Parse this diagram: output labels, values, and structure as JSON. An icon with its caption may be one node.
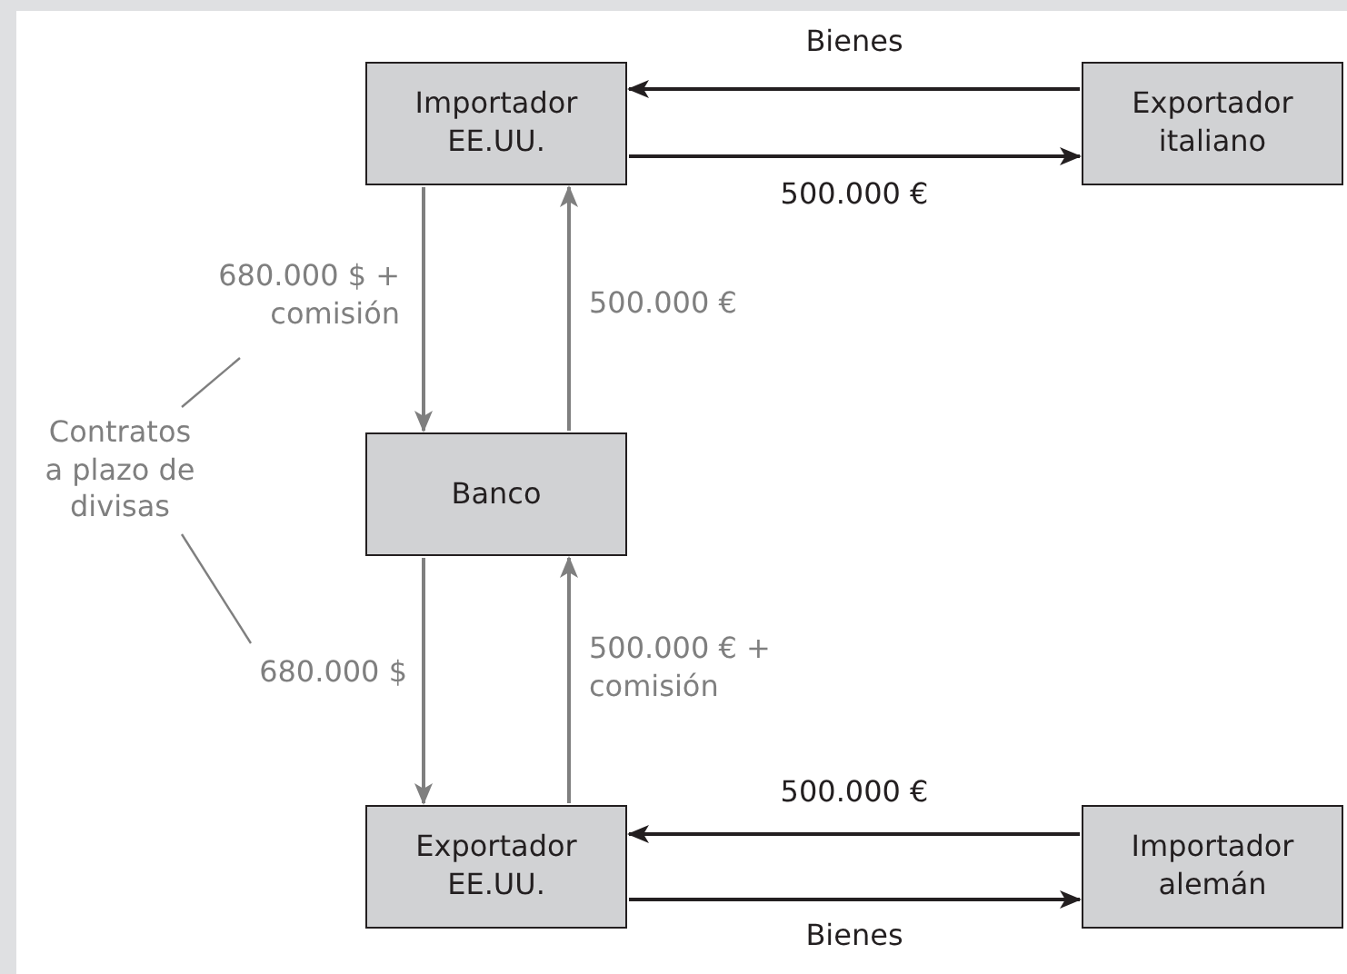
{
  "diagram": {
    "nodes": [
      {
        "text": [
          "Importador EE.UU."
        ]
      },
      {
        "text": [
          "Exportador italiano"
        ]
      },
      {
        "text": [
          "Banco"
        ]
      },
      {
        "text": [
          "Exportador EE.UU."
        ]
      },
      {
        "text": [
          "Importador alemán"
        ]
      },
      {
        "text": [
          "Contratos a plazo de divisas"
        ]
      }
    ],
    "edges": [
      {
        "from": 1,
        "to": 0,
        "arrow": "to",
        "label": "Bienes",
        "color": "#231f20"
      },
      {
        "from": 0,
        "to": 1,
        "arrow": "to",
        "label": "500.000 €",
        "color": "#231f20"
      },
      {
        "from": 0,
        "to": 2,
        "arrow": "to",
        "label": "680.000 $ + comisión",
        "color": "#7f7f7f"
      },
      {
        "from": 2,
        "to": 0,
        "arrow": "to",
        "label": "500.000 €",
        "color": "#7f7f7f"
      },
      {
        "from": 2,
        "to": 3,
        "arrow": "to",
        "label": "680.000 $",
        "color": "#7f7f7f"
      },
      {
        "from": 3,
        "to": 2,
        "arrow": "to",
        "label": "500.000 € + comisión",
        "color": "#7f7f7f"
      },
      {
        "from": 4,
        "to": 3,
        "arrow": "to",
        "label": "500.000 €",
        "color": "#231f20"
      },
      {
        "from": 3,
        "to": 4,
        "arrow": "to",
        "label": "Bienes",
        "color": "#231f20"
      },
      {
        "from": 5,
        "to": null,
        "arrow": "none",
        "color": "#7f7f7f"
      },
      {
        "from": 5,
        "to": null,
        "arrow": "none",
        "color": "#7f7f7f"
      }
    ]
  }
}
